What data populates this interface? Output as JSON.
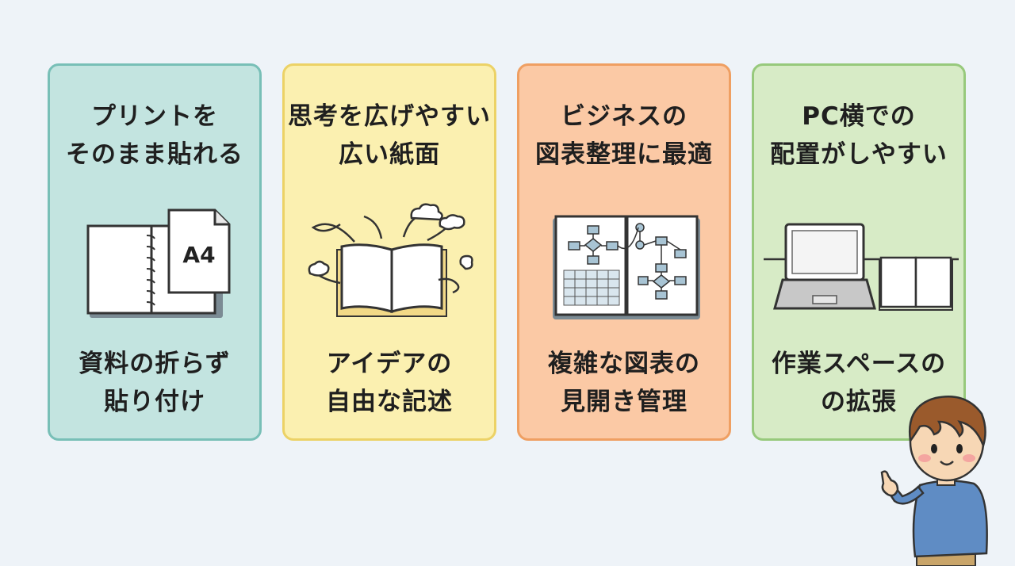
{
  "cards": [
    {
      "title": [
        "プリントを",
        "そのまま貼れる"
      ],
      "illustration_label": "A4",
      "caption": [
        "資料の折らず",
        "貼り付け"
      ],
      "icon": "binder-with-a4-sheet"
    },
    {
      "title": [
        "思考を広げやすい",
        "広い紙面"
      ],
      "caption": [
        "アイデアの",
        "自由な記述"
      ],
      "icon": "open-notebook-with-clouds"
    },
    {
      "title": [
        "ビジネスの",
        "図表整理に最適"
      ],
      "caption": [
        "複雑な図表の",
        "見開き管理"
      ],
      "icon": "notebook-with-flowcharts"
    },
    {
      "title": [
        "PC横での",
        "配置がしやすい"
      ],
      "caption": [
        "作業スペースの",
        "の拡張"
      ],
      "icon": "laptop-beside-notebook"
    }
  ],
  "colors": {
    "background": "#eef3f8",
    "card1": "#c3e4e0",
    "card2": "#fbf0b0",
    "card3": "#fbc9a5",
    "card4": "#d7ebc6"
  },
  "character": "pointing-boy-icon"
}
